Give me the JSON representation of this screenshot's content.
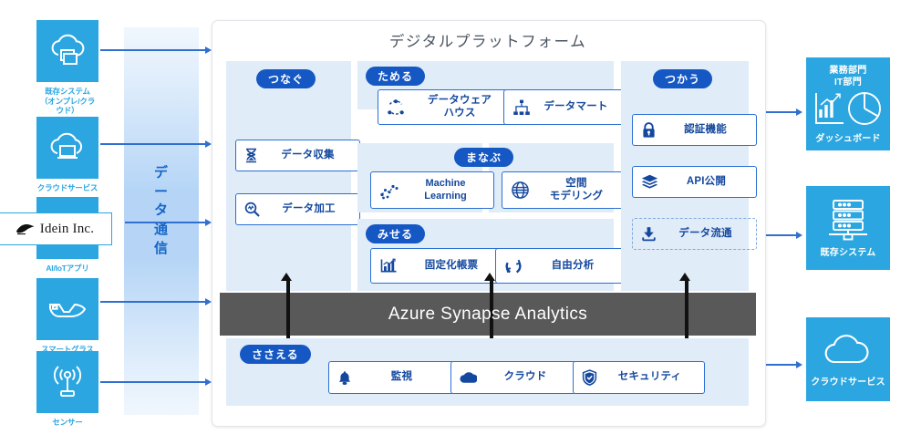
{
  "diagram": {
    "title": "デジタルプラットフォーム",
    "colors": {
      "source_blue": "#2BA6E0",
      "group_panel": "#E1ECF9",
      "pill_blue": "#1558C4",
      "chip_border": "#2A6FD4",
      "chip_text": "#14489E",
      "synapse_gray": "#595959",
      "arrow_blue": "#2F6FD0",
      "band_blue": "#B2D3F6"
    }
  },
  "sources": [
    {
      "icon": "cloud-folder-icon",
      "caption": "既存システム\n（オンプレ/クラウド）"
    },
    {
      "icon": "cloud-laptop-icon",
      "caption": "クラウドサービス"
    },
    {
      "icon": "app-icon",
      "caption": "AI/IoTアプリ",
      "logo_text": "Idein Inc.",
      "logo_icon": "idein-bird-icon"
    },
    {
      "icon": "smart-glasses-icon",
      "caption": "スマートグラス"
    },
    {
      "icon": "sensor-antenna-icon",
      "caption": "センサー"
    }
  ],
  "band": {
    "label": "データ通信"
  },
  "groups": {
    "connect": {
      "pill": "つなぐ",
      "items": [
        {
          "icon": "hourglass-icon",
          "label": "データ収集"
        },
        {
          "icon": "magnifier-data-icon",
          "label": "データ加工"
        }
      ]
    },
    "store": {
      "pill": "ためる",
      "items": [
        {
          "icon": "data-warehouse-icon",
          "label": "データウェア\nハウス"
        },
        {
          "icon": "data-mart-icon",
          "label": "データマート"
        }
      ]
    },
    "learn": {
      "pill": "まなぶ",
      "items": [
        {
          "icon": "machine-learning-icon",
          "label": "Machine\nLearning"
        },
        {
          "icon": "globe-grid-icon",
          "label": "空間\nモデリング"
        }
      ]
    },
    "show": {
      "pill": "みせる",
      "items": [
        {
          "icon": "bar-chart-icon",
          "label": "固定化帳票"
        },
        {
          "icon": "refresh-circle-icon",
          "label": "自由分析"
        }
      ]
    },
    "use": {
      "pill": "つかう",
      "items": [
        {
          "icon": "lock-icon",
          "label": "認証機能",
          "style": "solid"
        },
        {
          "icon": "layers-icon",
          "label": "API公開",
          "style": "solid"
        },
        {
          "icon": "download-icon",
          "label": "データ流通",
          "style": "dashed"
        }
      ]
    },
    "support": {
      "pill": "ささえる",
      "items": [
        {
          "icon": "bell-icon",
          "label": "監視"
        },
        {
          "icon": "cloud-icon",
          "label": "クラウド"
        },
        {
          "icon": "shield-check-icon",
          "label": "セキュリティ"
        }
      ]
    }
  },
  "platform_bar": {
    "label": "Azure Synapse Analytics"
  },
  "outputs": [
    {
      "icon": "dashboard-chart-icon",
      "top_text": "業務部門\nIT部門",
      "caption": "ダッシュボード"
    },
    {
      "icon": "server-rack-icon",
      "top_text": "",
      "caption": "既存システム"
    },
    {
      "icon": "cloud-icon",
      "top_text": "",
      "caption": "クラウドサービス"
    }
  ]
}
